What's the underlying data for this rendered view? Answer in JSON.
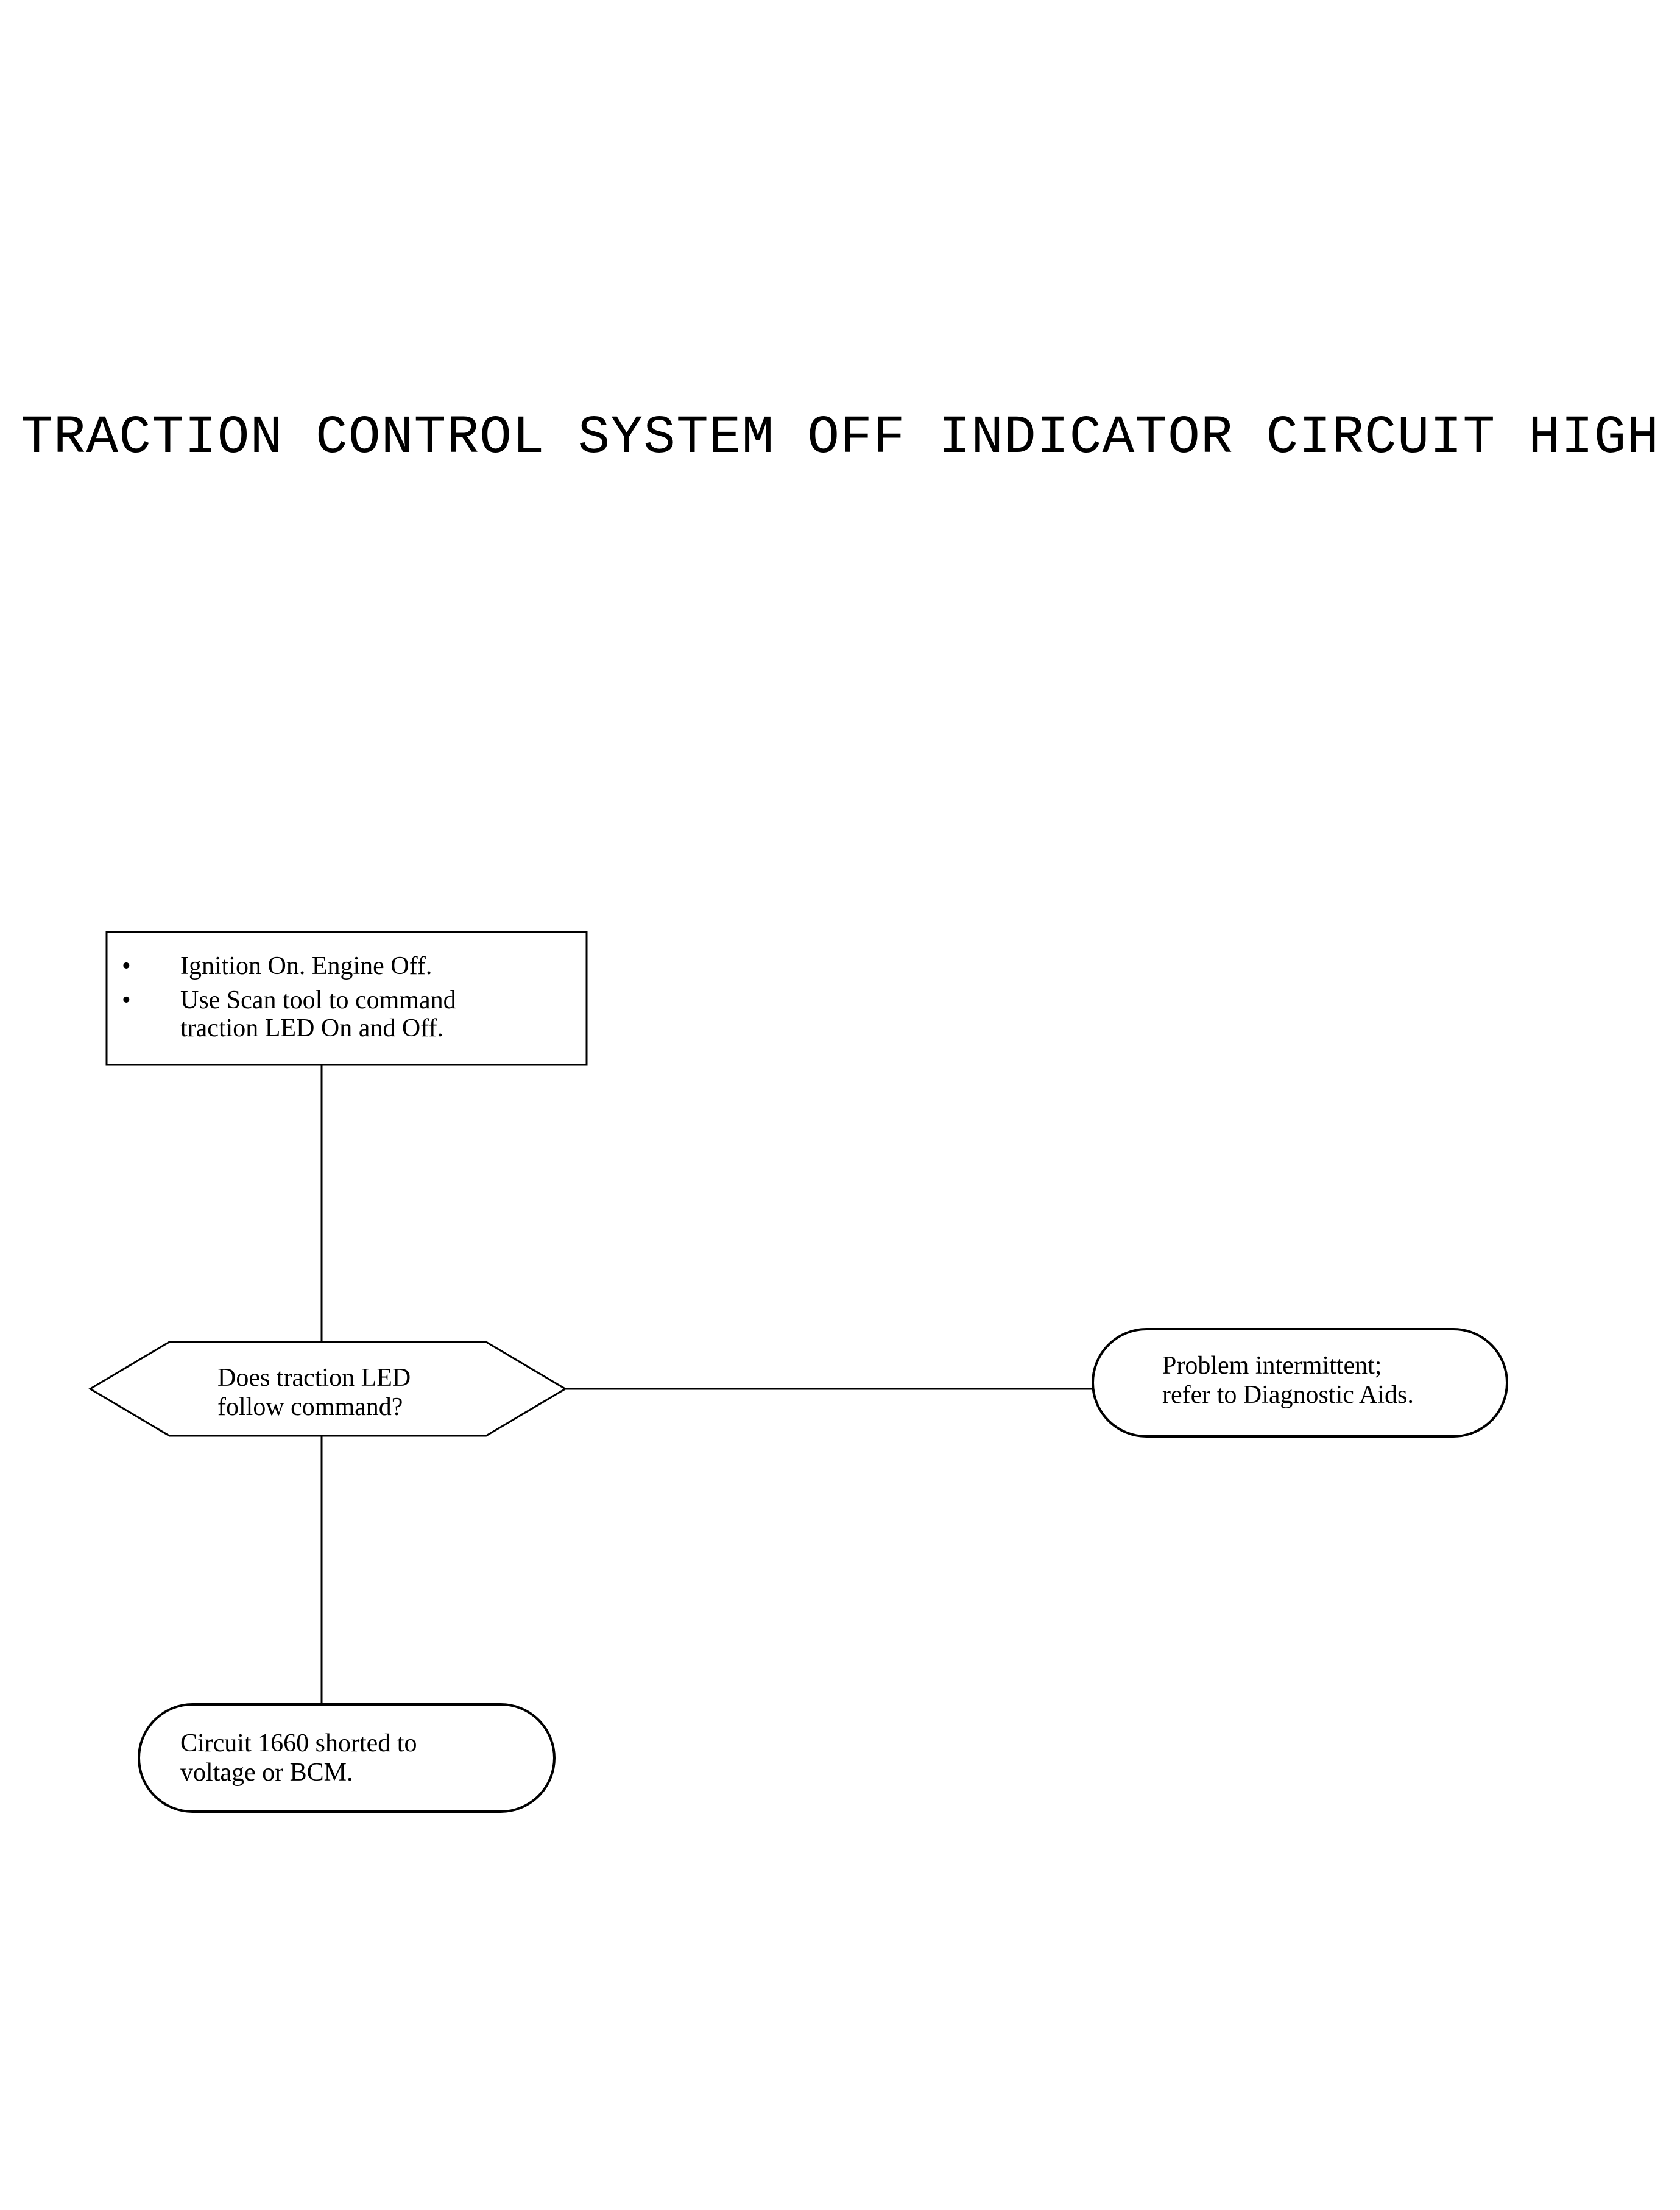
{
  "title": "TRACTION CONTROL SYSTEM OFF INDICATOR CIRCUIT HIGH",
  "start_box": {
    "bullets": [
      "Ignition On. Engine Off.",
      "Use Scan tool to command",
      "traction LED On and Off."
    ],
    "bullet_glyph": "•"
  },
  "decision": {
    "line1": "Does traction LED",
    "line2": "follow command?"
  },
  "result_right": {
    "line1": "Problem intermittent;",
    "line2": "refer to Diagnostic Aids."
  },
  "result_bottom": {
    "line1": "Circuit 1660 shorted to",
    "line2": "voltage or BCM."
  }
}
